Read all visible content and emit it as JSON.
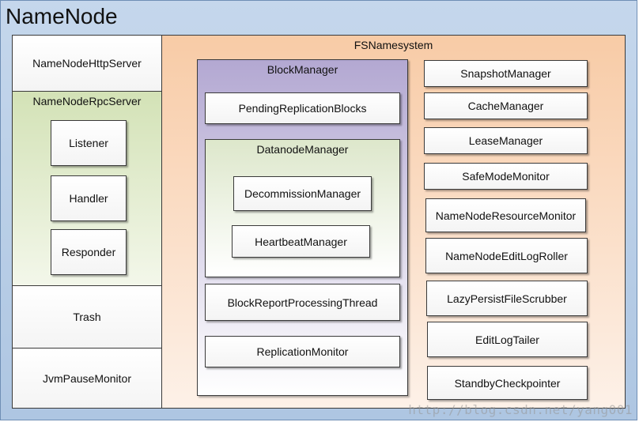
{
  "namenode": {
    "title": "NameNode",
    "left_column": {
      "http_server": "NameNodeHttpServer",
      "rpc_server": {
        "title": "NameNodeRpcServer",
        "items": [
          "Listener",
          "Handler",
          "Responder"
        ]
      },
      "trash": "Trash",
      "jvm_pause_monitor": "JvmPauseMonitor"
    },
    "fsnamesystem": {
      "title": "FSNamesystem",
      "block_manager": {
        "title": "BlockManager",
        "pending_replication_blocks": "PendingReplicationBlocks",
        "datanode_manager": {
          "title": "DatanodeManager",
          "decommission_manager": "DecommissionManager",
          "heartbeat_manager": "HeartbeatManager"
        },
        "block_report_processing_thread": "BlockReportProcessingThread",
        "replication_monitor": "ReplicationMonitor"
      },
      "right_items": [
        "SnapshotManager",
        "CacheManager",
        "LeaseManager",
        "SafeModeMonitor",
        "NameNodeResourceMonitor",
        "NameNodeEditLogRoller",
        "LazyPersistFileScrubber",
        "EditLogTailer",
        "StandbyCheckpointer"
      ]
    }
  },
  "watermark": "http://blog.csdn.net/yang001",
  "colors": {
    "namenode_bg": "#b8cce4",
    "fsnamesystem_bg": "#fbdcc4",
    "block_manager_bg": "#c6bedc",
    "datanode_manager_bg": "#e6eed8",
    "rpc_server_bg": "#d7e4bd"
  }
}
